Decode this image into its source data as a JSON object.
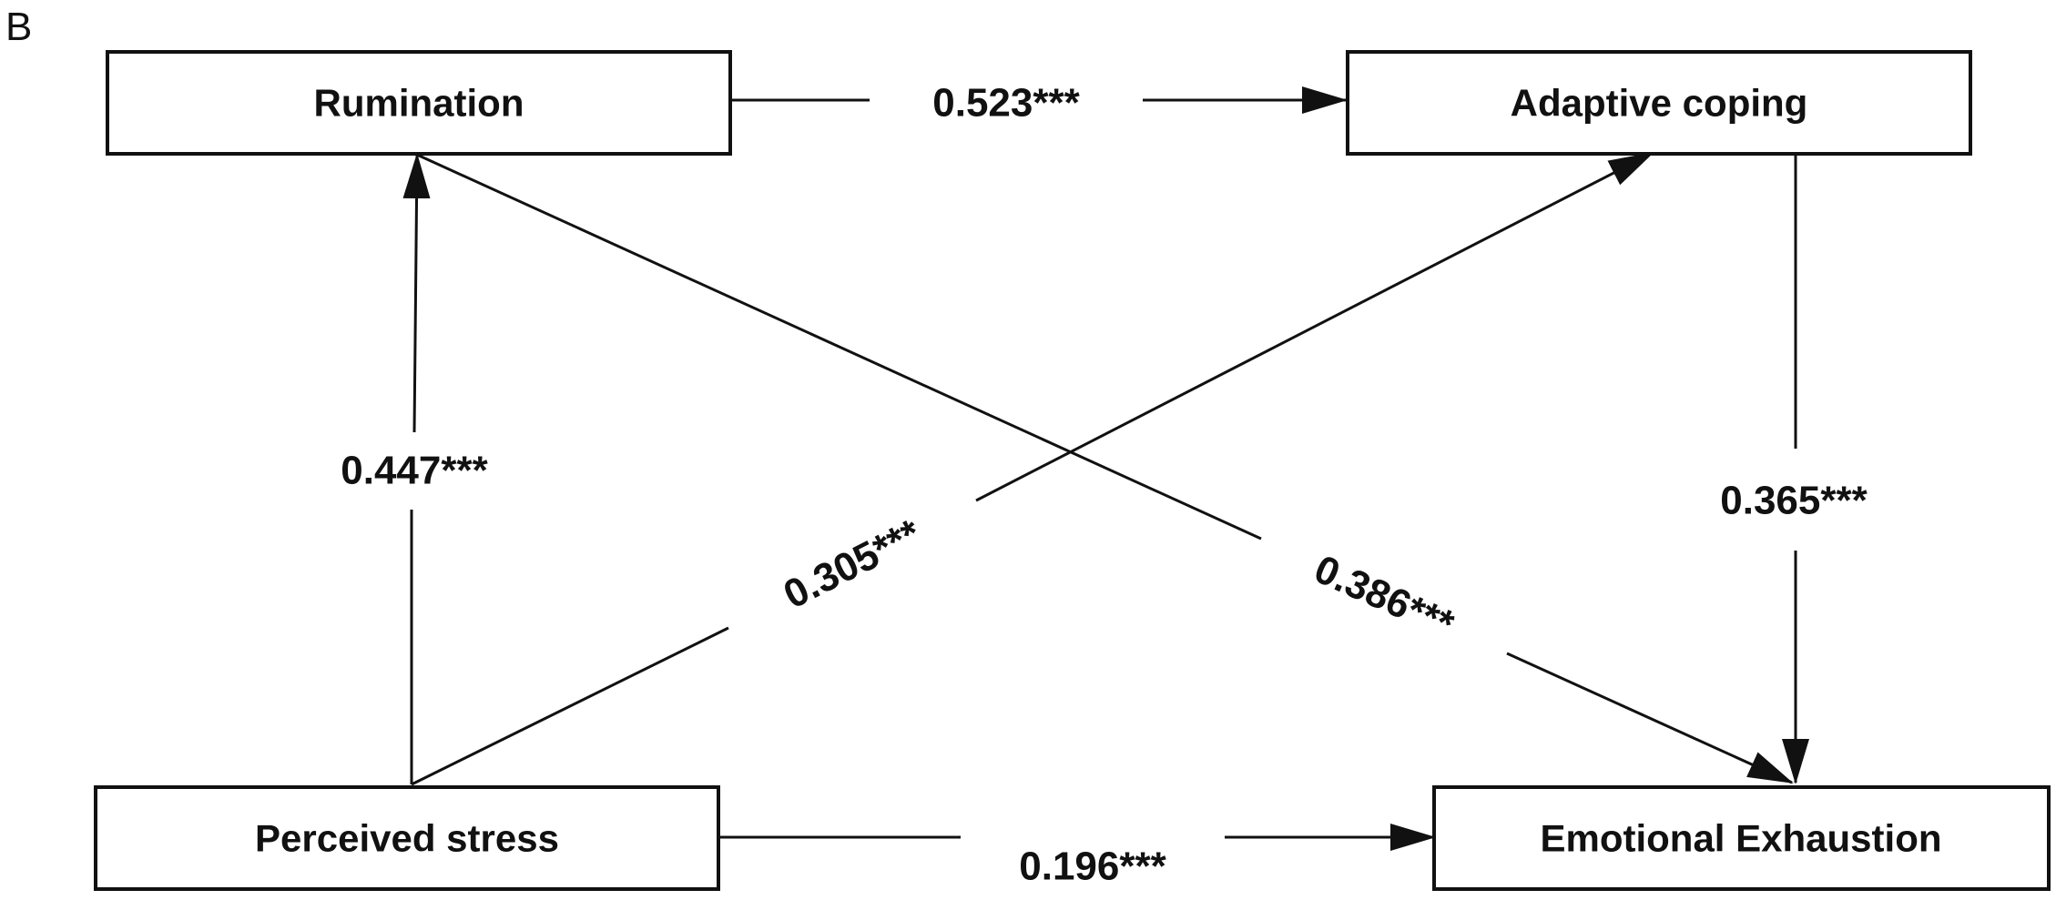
{
  "panel_label": "B",
  "nodes": {
    "rumination": "Rumination",
    "adaptive_coping": "Adaptive coping",
    "perceived_stress": "Perceived stress",
    "emotional_exhaustion": "Emotional Exhaustion"
  },
  "paths": {
    "rumination_to_adaptive_coping": "0.523***",
    "stress_to_rumination": "0.447***",
    "stress_to_adaptive_coping": "0.305***",
    "rumination_to_exhaustion": "0.386***",
    "adaptive_coping_to_exhaustion": "0.365***",
    "stress_to_exhaustion": "0.196***"
  }
}
